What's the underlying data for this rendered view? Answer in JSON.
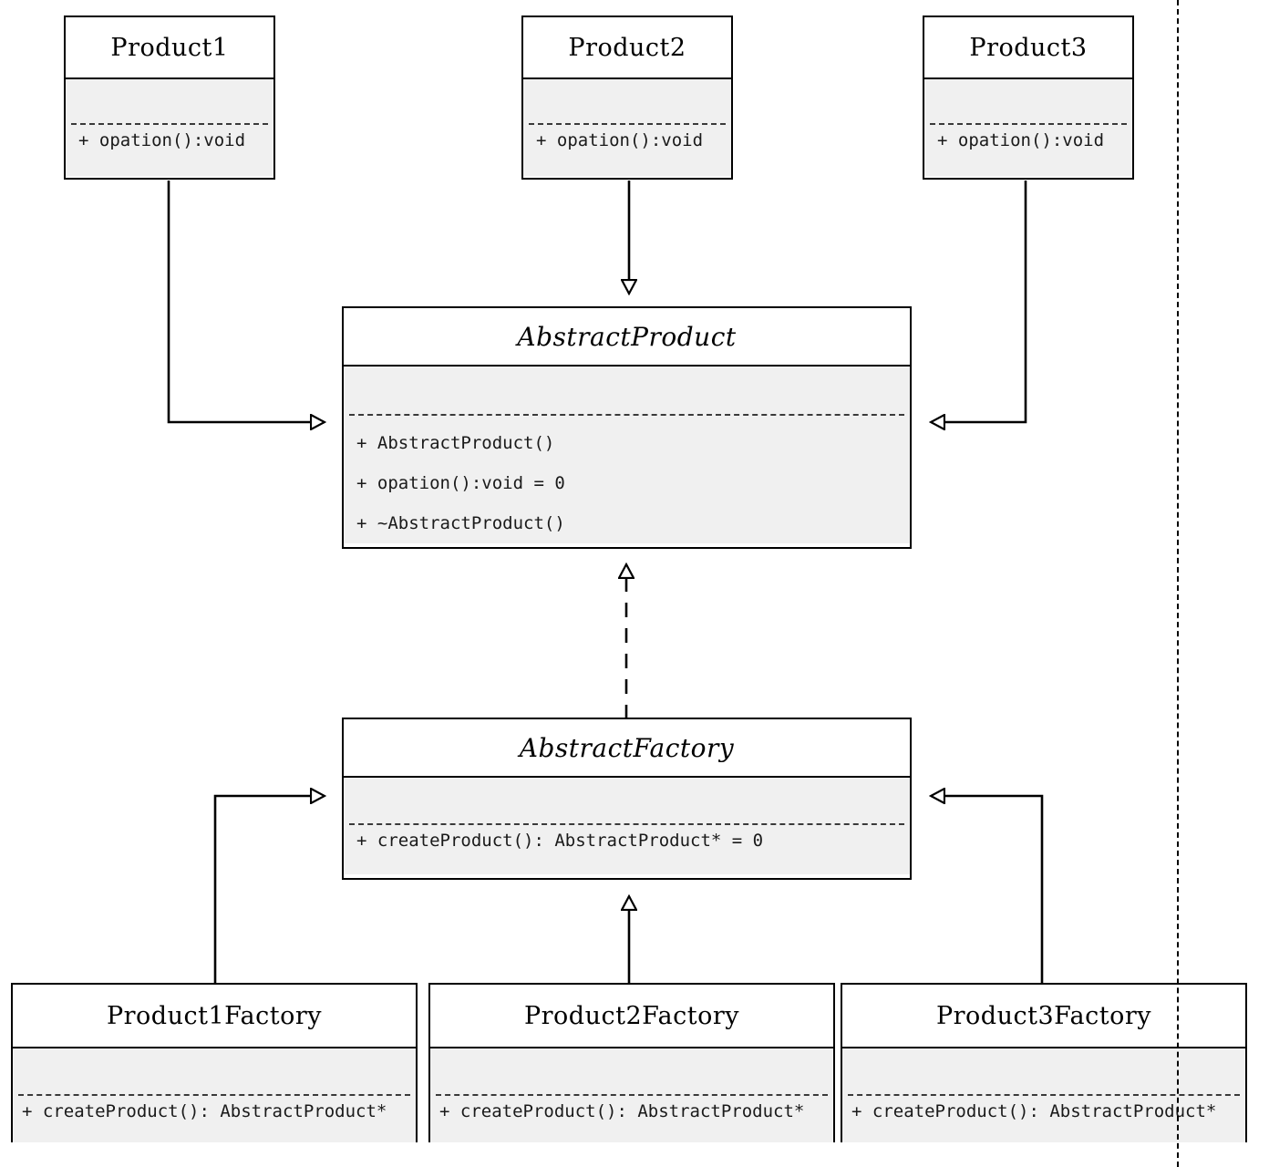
{
  "diagram": {
    "kind": "uml-class-diagram",
    "title": "Abstract Factory pattern class diagram",
    "colors": {
      "line": "#000000",
      "box_fill": "#ffffff",
      "member_fill": "#f0f0f0",
      "text": "#000000"
    },
    "classes": [
      {
        "id": "product1",
        "name": "Product1",
        "abstract": false,
        "methods": [
          "+ opation():void"
        ]
      },
      {
        "id": "product2",
        "name": "Product2",
        "abstract": false,
        "methods": [
          "+ opation():void"
        ]
      },
      {
        "id": "product3",
        "name": "Product3",
        "abstract": false,
        "methods": [
          "+ opation():void"
        ]
      },
      {
        "id": "abstractproduct",
        "name": "AbstractProduct",
        "abstract": true,
        "methods": [
          "+ AbstractProduct()",
          "+ opation():void = 0",
          "+ ~AbstractProduct()"
        ]
      },
      {
        "id": "abstractfactory",
        "name": "AbstractFactory",
        "abstract": true,
        "methods": [
          "+ createProduct(): AbstractProduct* = 0"
        ]
      },
      {
        "id": "product1factory",
        "name": "Product1Factory",
        "abstract": false,
        "methods": [
          "+ createProduct(): AbstractProduct*"
        ]
      },
      {
        "id": "product2factory",
        "name": "Product2Factory",
        "abstract": false,
        "methods": [
          "+ createProduct(): AbstractProduct*"
        ]
      },
      {
        "id": "product3factory",
        "name": "Product3Factory",
        "abstract": false,
        "methods": [
          "+ createProduct(): AbstractProduct*"
        ]
      }
    ],
    "relations": [
      {
        "id": "rel-p1-ap",
        "from": "product1",
        "to": "abstractproduct",
        "type": "generalization",
        "style": "solid"
      },
      {
        "id": "rel-p2-ap",
        "from": "product2",
        "to": "abstractproduct",
        "type": "generalization",
        "style": "solid"
      },
      {
        "id": "rel-p3-ap",
        "from": "product3",
        "to": "abstractproduct",
        "type": "generalization",
        "style": "solid"
      },
      {
        "id": "rel-af-ap",
        "from": "abstractfactory",
        "to": "abstractproduct",
        "type": "realization",
        "style": "dashed"
      },
      {
        "id": "rel-p1f-af",
        "from": "product1factory",
        "to": "abstractfactory",
        "type": "generalization",
        "style": "solid"
      },
      {
        "id": "rel-p2f-af",
        "from": "product2factory",
        "to": "abstractfactory",
        "type": "generalization",
        "style": "solid"
      },
      {
        "id": "rel-p3f-af",
        "from": "product3factory",
        "to": "abstractfactory",
        "type": "generalization",
        "style": "solid"
      }
    ],
    "page_break": {
      "present": true,
      "orientation": "vertical"
    }
  }
}
